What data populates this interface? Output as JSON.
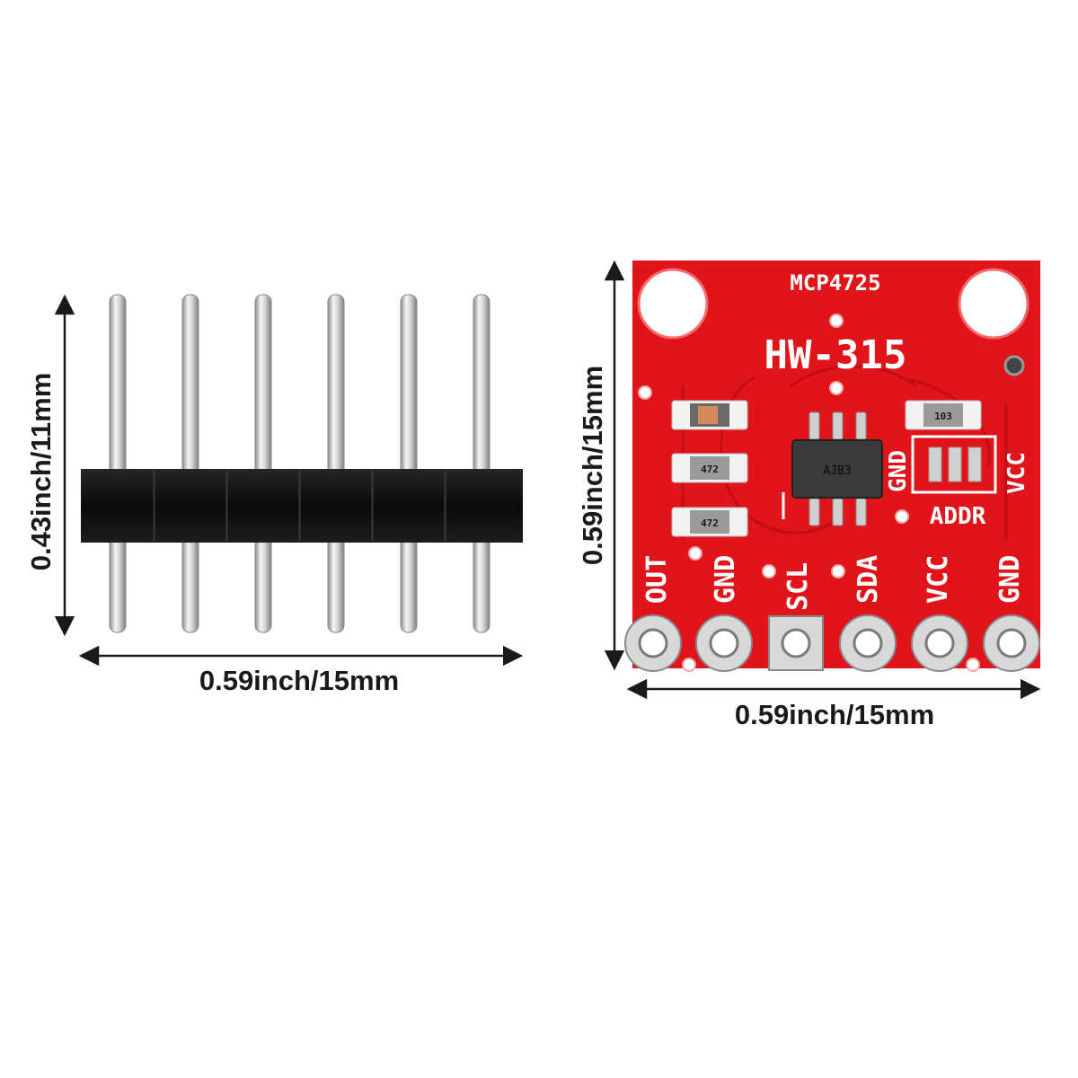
{
  "header_photo": {
    "width_label": "0.59inch/15mm",
    "height_label": "0.43inch/11mm",
    "pin_count": 6
  },
  "board_photo": {
    "width_label": "0.59inch/15mm",
    "height_label": "0.59inch/15mm",
    "chip_label": "MCP4725",
    "model_label": "HW-315",
    "chip_marking": "AJB3",
    "resistor_markings": [
      "472",
      "472",
      "103"
    ],
    "pins": [
      "OUT",
      "GND",
      "SCL",
      "SDA",
      "VCC",
      "GND"
    ],
    "addr_labels": {
      "left": "GND",
      "right": "VCC",
      "bottom": "ADDR"
    }
  },
  "colors": {
    "pcb_red": "#e0141a",
    "pcb_trace": "#b80d12",
    "header_plastic": "#0c0c0c",
    "pin_metal": "#d9d9d9",
    "arrow": "#1a1a1a"
  }
}
